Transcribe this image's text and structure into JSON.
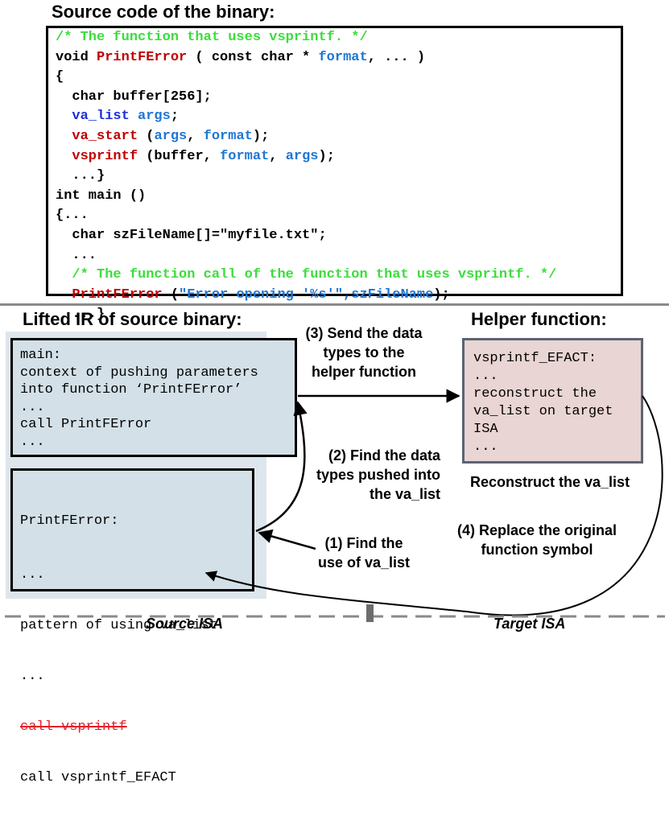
{
  "source_section": {
    "title": "Source code of the binary:",
    "lines": [
      [
        {
          "t": "/* The function that uses vsprintf. */",
          "c": "com"
        }
      ],
      [
        {
          "t": "void ",
          "c": "blk"
        },
        {
          "t": "PrintFError",
          "c": "red"
        },
        {
          "t": " ( const char * ",
          "c": "blk"
        },
        {
          "t": "format",
          "c": "blue"
        },
        {
          "t": ", ... )",
          "c": "blk"
        }
      ],
      [
        {
          "t": "{",
          "c": "blk"
        }
      ],
      [
        {
          "t": "  char buffer[256];",
          "c": "blk"
        }
      ],
      [
        {
          "t": "  ",
          "c": "blk"
        },
        {
          "t": "va_list",
          "c": "navy"
        },
        {
          "t": " ",
          "c": "blk"
        },
        {
          "t": "args",
          "c": "blue"
        },
        {
          "t": ";",
          "c": "blk"
        }
      ],
      [
        {
          "t": "  ",
          "c": "blk"
        },
        {
          "t": "va_start",
          "c": "red"
        },
        {
          "t": " (",
          "c": "blk"
        },
        {
          "t": "args",
          "c": "blue"
        },
        {
          "t": ", ",
          "c": "blk"
        },
        {
          "t": "format",
          "c": "blue"
        },
        {
          "t": ");",
          "c": "blk"
        }
      ],
      [
        {
          "t": "  ",
          "c": "blk"
        },
        {
          "t": "vsprintf",
          "c": "red"
        },
        {
          "t": " (buffer, ",
          "c": "blk"
        },
        {
          "t": "format",
          "c": "blue"
        },
        {
          "t": ", ",
          "c": "blk"
        },
        {
          "t": "args",
          "c": "blue"
        },
        {
          "t": ");",
          "c": "blk"
        }
      ],
      [
        {
          "t": "  ...}",
          "c": "blk"
        }
      ],
      [
        {
          "t": "int main ()",
          "c": "blk"
        }
      ],
      [
        {
          "t": "{...",
          "c": "blk"
        }
      ],
      [
        {
          "t": "  char szFileName[]=\"myfile.txt\";",
          "c": "blk"
        }
      ],
      [
        {
          "t": "  ...",
          "c": "blk"
        }
      ],
      [
        {
          "t": "  /* The function call of the function that uses vsprintf. */",
          "c": "com"
        }
      ],
      [
        {
          "t": "  ",
          "c": "blk"
        },
        {
          "t": "PrintFError",
          "c": "red"
        },
        {
          "t": " (",
          "c": "blk"
        },
        {
          "t": "\"Error opening '%s'\",szFileName",
          "c": "blue"
        },
        {
          "t": ");",
          "c": "blk"
        }
      ],
      [
        {
          "t": "  ...}",
          "c": "blk"
        }
      ]
    ]
  },
  "lifted_section": {
    "title": "Lifted IR of source binary:",
    "main_box": [
      "main:",
      "context of pushing parameters",
      "into function ‘PrintFError’",
      "...",
      "call PrintFError",
      "..."
    ],
    "printf_box": {
      "title": "PrintFError:",
      "before": [
        "...",
        "pattern of using va_list",
        "..."
      ],
      "struck": "call vsprintf",
      "after": [
        "call vsprintf_EFACT"
      ]
    }
  },
  "helper_section": {
    "title": "Helper function:",
    "box": [
      "vsprintf_EFACT:",
      "...",
      "reconstruct the",
      "va_list on target",
      "ISA",
      "..."
    ],
    "caption": "Reconstruct the va_list"
  },
  "steps": {
    "step3": [
      "(3) Send the data",
      "types to the",
      "helper function"
    ],
    "step2": [
      "(2)  Find the data",
      "types pushed into",
      "the va_list"
    ],
    "step1": [
      "(1) Find the",
      "use of va_list"
    ],
    "step4": [
      "(4) Replace the original",
      "function symbol"
    ]
  },
  "isa": {
    "source": "Source ISA",
    "target": "Target ISA"
  },
  "colors": {
    "comment": "#3ddc3d",
    "keyword_red": "#c00000",
    "identifier_blue": "#1f76d2",
    "type_navy": "#1d2fd8",
    "ir_panel_bg": "#dde6ec",
    "ir_box_bg": "#d3e0e7",
    "helper_box_bg": "#e9d5d3",
    "helper_border": "#5b6474",
    "divider": "#8a8a8a",
    "strike": "#e3202a"
  }
}
